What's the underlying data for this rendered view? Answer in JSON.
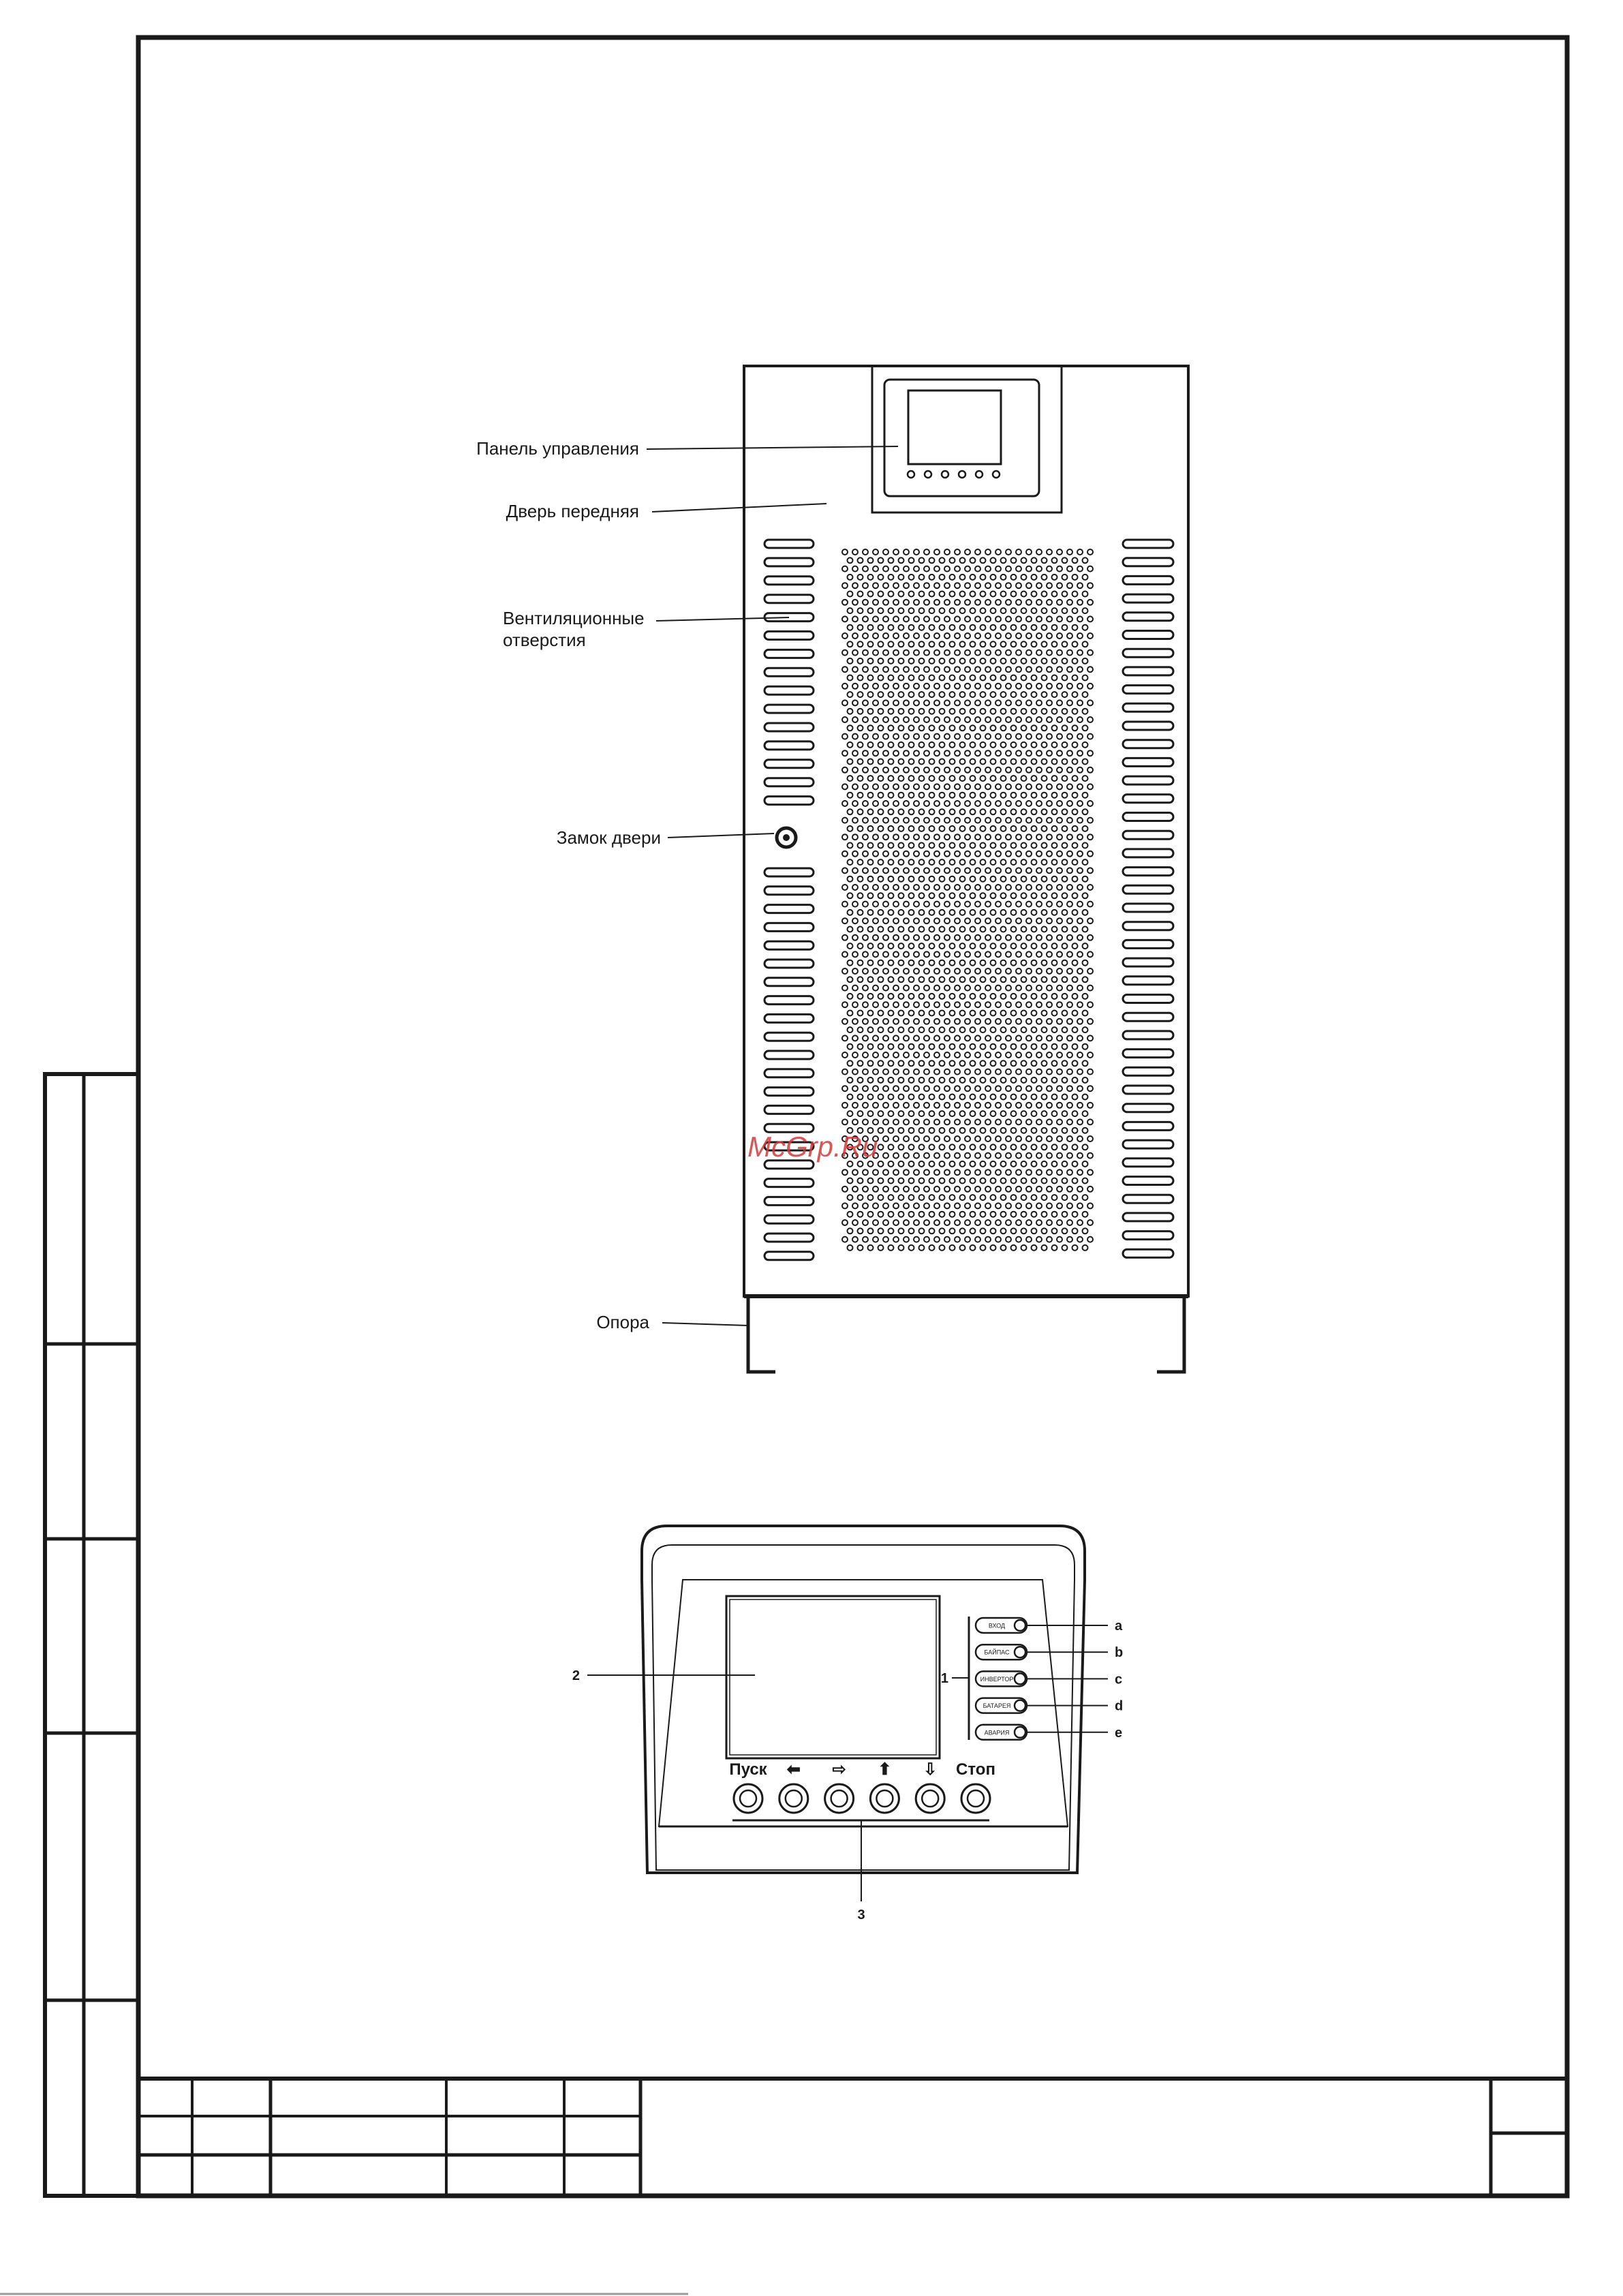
{
  "figure_top": {
    "callouts": {
      "control_panel": "Панель управления",
      "front_door": "Дверь передняя",
      "vents_line1": "Вентиляционные",
      "vents_line2": "отверстия",
      "door_lock": "Замок двери",
      "support": "Опора"
    }
  },
  "figure_bottom": {
    "buttons": {
      "start": "Пуск",
      "left": "⬅",
      "right": "⇨",
      "up": "⬆",
      "down": "⇩",
      "stop": "Стоп"
    },
    "indicators": [
      {
        "text": "ВХОД",
        "letter": "a"
      },
      {
        "text": "БАЙПАС",
        "letter": "b"
      },
      {
        "text": "ИНВЕРТОР",
        "letter": "c"
      },
      {
        "text": "БАТАРЕЯ",
        "letter": "d"
      },
      {
        "text": "АВАРИЯ",
        "letter": "e"
      }
    ],
    "numbers": {
      "indicators_group": "1",
      "display": "2",
      "buttons_group": "3"
    }
  },
  "watermark": "McGrp.Ru"
}
